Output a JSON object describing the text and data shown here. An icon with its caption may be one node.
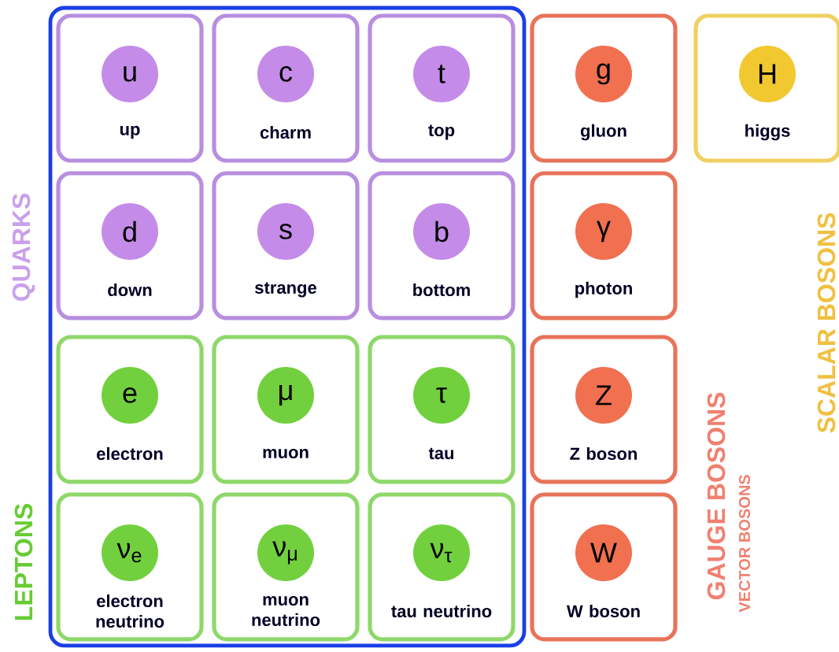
{
  "diagram": {
    "nodes": [
      {
        "text": [],
        "shape": "box"
      },
      {
        "text": [
          "u",
          "up"
        ],
        "in": 0
      },
      {
        "text": [
          "c",
          "charm"
        ],
        "in": 0
      },
      {
        "text": [
          "t",
          "top"
        ],
        "in": 0
      },
      {
        "text": [
          "d",
          "down"
        ],
        "in": 0
      },
      {
        "text": [
          "s",
          "strange"
        ],
        "in": 0
      },
      {
        "text": [
          "b",
          "bottom"
        ],
        "in": 0
      },
      {
        "text": [
          "e",
          "electron"
        ],
        "in": 0
      },
      {
        "text": [
          "μ",
          "muon"
        ],
        "in": 0
      },
      {
        "text": [
          "τ",
          "tau"
        ],
        "in": 0
      },
      {
        "text": [
          "ν$_{e}$",
          "electron neutrino"
        ],
        "in": 0
      },
      {
        "text": [
          "ν$_{μ}$",
          "muon neutrino"
        ],
        "in": 0
      },
      {
        "text": [
          "ν$_{τ}$",
          "tau neutrino"
        ],
        "in": 0
      },
      {
        "text": [
          "g",
          "gluon"
        ]
      },
      {
        "text": [
          "H",
          "higgs"
        ]
      },
      {
        "text": [
          "γ",
          "photon"
        ]
      },
      {
        "text": [
          "Z",
          "Z boson"
        ]
      },
      {
        "text": [
          "W",
          "W boson"
        ]
      }
    ],
    "labels": [
      "QUARKS",
      "LEPTONS",
      "GAUGE BOSONS",
      "VECTOR BOSONS",
      "SCALAR BOSONS"
    ]
  }
}
